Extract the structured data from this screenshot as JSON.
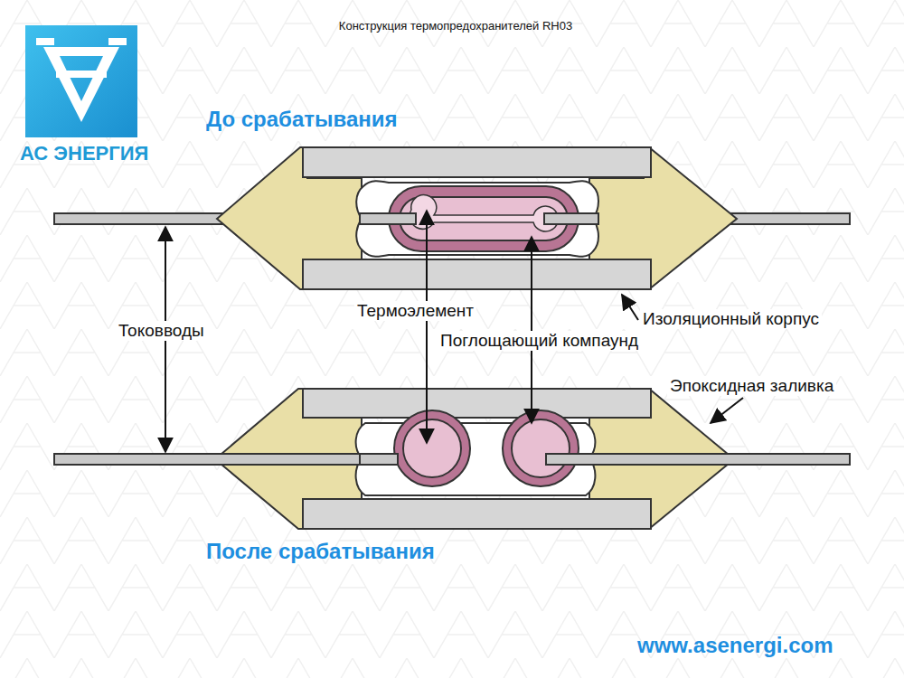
{
  "diagram": {
    "title": "Конструкция термопредохранителей RH03",
    "labels": [
      "АС ЭНЕРГИЯ",
      "До срабатывания",
      "Токовводы",
      "Термоэлемент",
      "Поглощающий компаунд",
      "Изоляционный корпус",
      "Эпоксидная заливка",
      "После срабатывания",
      "www.asenergi.com"
    ]
  }
}
